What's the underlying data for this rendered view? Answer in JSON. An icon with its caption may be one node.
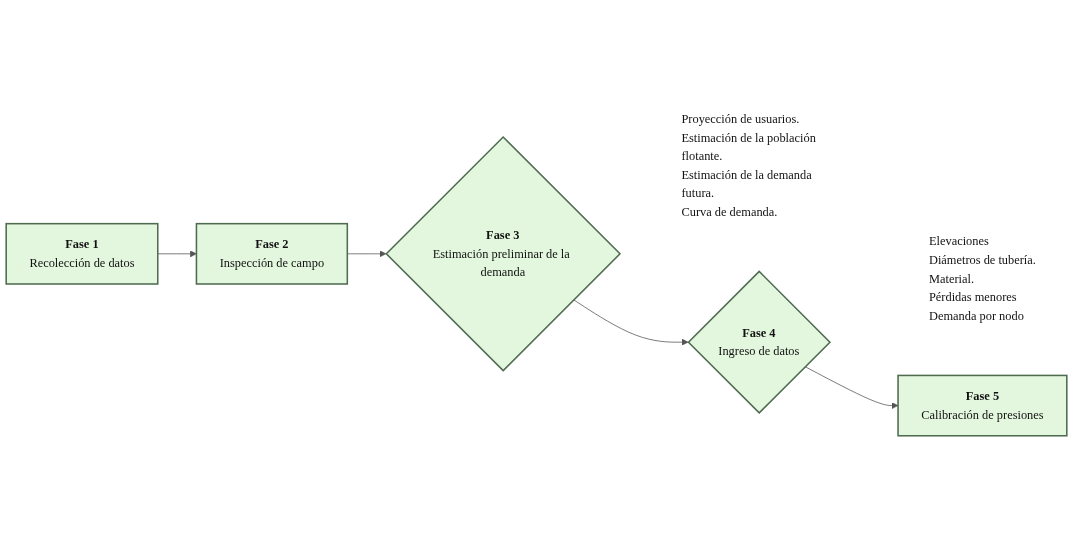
{
  "diagram": {
    "nodes": [
      {
        "text": [
          "Fase 1",
          "Recolección de datos"
        ]
      },
      {
        "text": [
          "Fase 2",
          "Inspección de campo"
        ]
      },
      {
        "text": [
          "Fase 3",
          "Estimación preliminar de la demanda"
        ],
        "beside": [
          "Proyección de usuarios.",
          "Estimación de la población flotante.",
          "Estimación de la demanda futura.",
          "Curva de demanda."
        ]
      },
      {
        "text": [
          "Fase 4",
          "Ingreso de datos"
        ],
        "beside": [
          "Elevaciones",
          "Diámetros de tubería.",
          "Material.",
          "Pérdidas menores",
          "Demanda por nodo"
        ]
      },
      {
        "text": [
          "Fase 5",
          "Calibración de presiones"
        ]
      }
    ],
    "edges": [
      {
        "from": 0,
        "to": 1,
        "arrow": "to"
      },
      {
        "from": 1,
        "to": 2,
        "arrow": "to"
      },
      {
        "from": 2,
        "to": 3,
        "arrow": "to"
      },
      {
        "from": 3,
        "to": 4,
        "arrow": "to"
      }
    ]
  }
}
